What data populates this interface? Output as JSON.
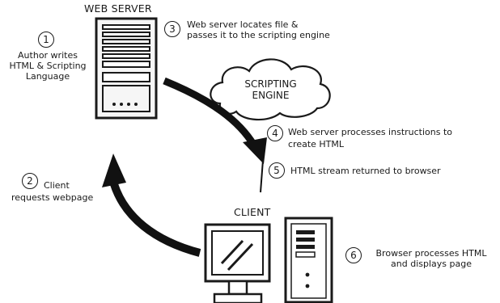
{
  "labels": {
    "web_server": "WEB SERVER",
    "client": "CLIENT",
    "scripting_engine": [
      "SCRIPTING",
      "ENGINE"
    ]
  },
  "steps": [
    {
      "number": "1",
      "lines": [
        "Author writes",
        "HTML & Scripting",
        "Language"
      ]
    },
    {
      "number": "2",
      "lines": [
        "Client",
        "requests webpage"
      ]
    },
    {
      "number": "3",
      "lines": [
        "Web server locates file &",
        "passes it to the scripting engine"
      ]
    },
    {
      "number": "4",
      "lines": [
        "Web server processes instructions to",
        "create HTML"
      ]
    },
    {
      "number": "5",
      "lines": [
        "HTML stream returned to browser"
      ]
    },
    {
      "number": "6",
      "lines": [
        "Browser processes HTML",
        "and displays page"
      ]
    }
  ],
  "colors": {
    "ink": "#1a1a1a",
    "server_fill": "#f6f6f6"
  },
  "icons": [
    "server-tower-icon",
    "cloud-icon",
    "desktop-monitor-icon",
    "pc-tower-icon",
    "curved-arrow-icon"
  ]
}
